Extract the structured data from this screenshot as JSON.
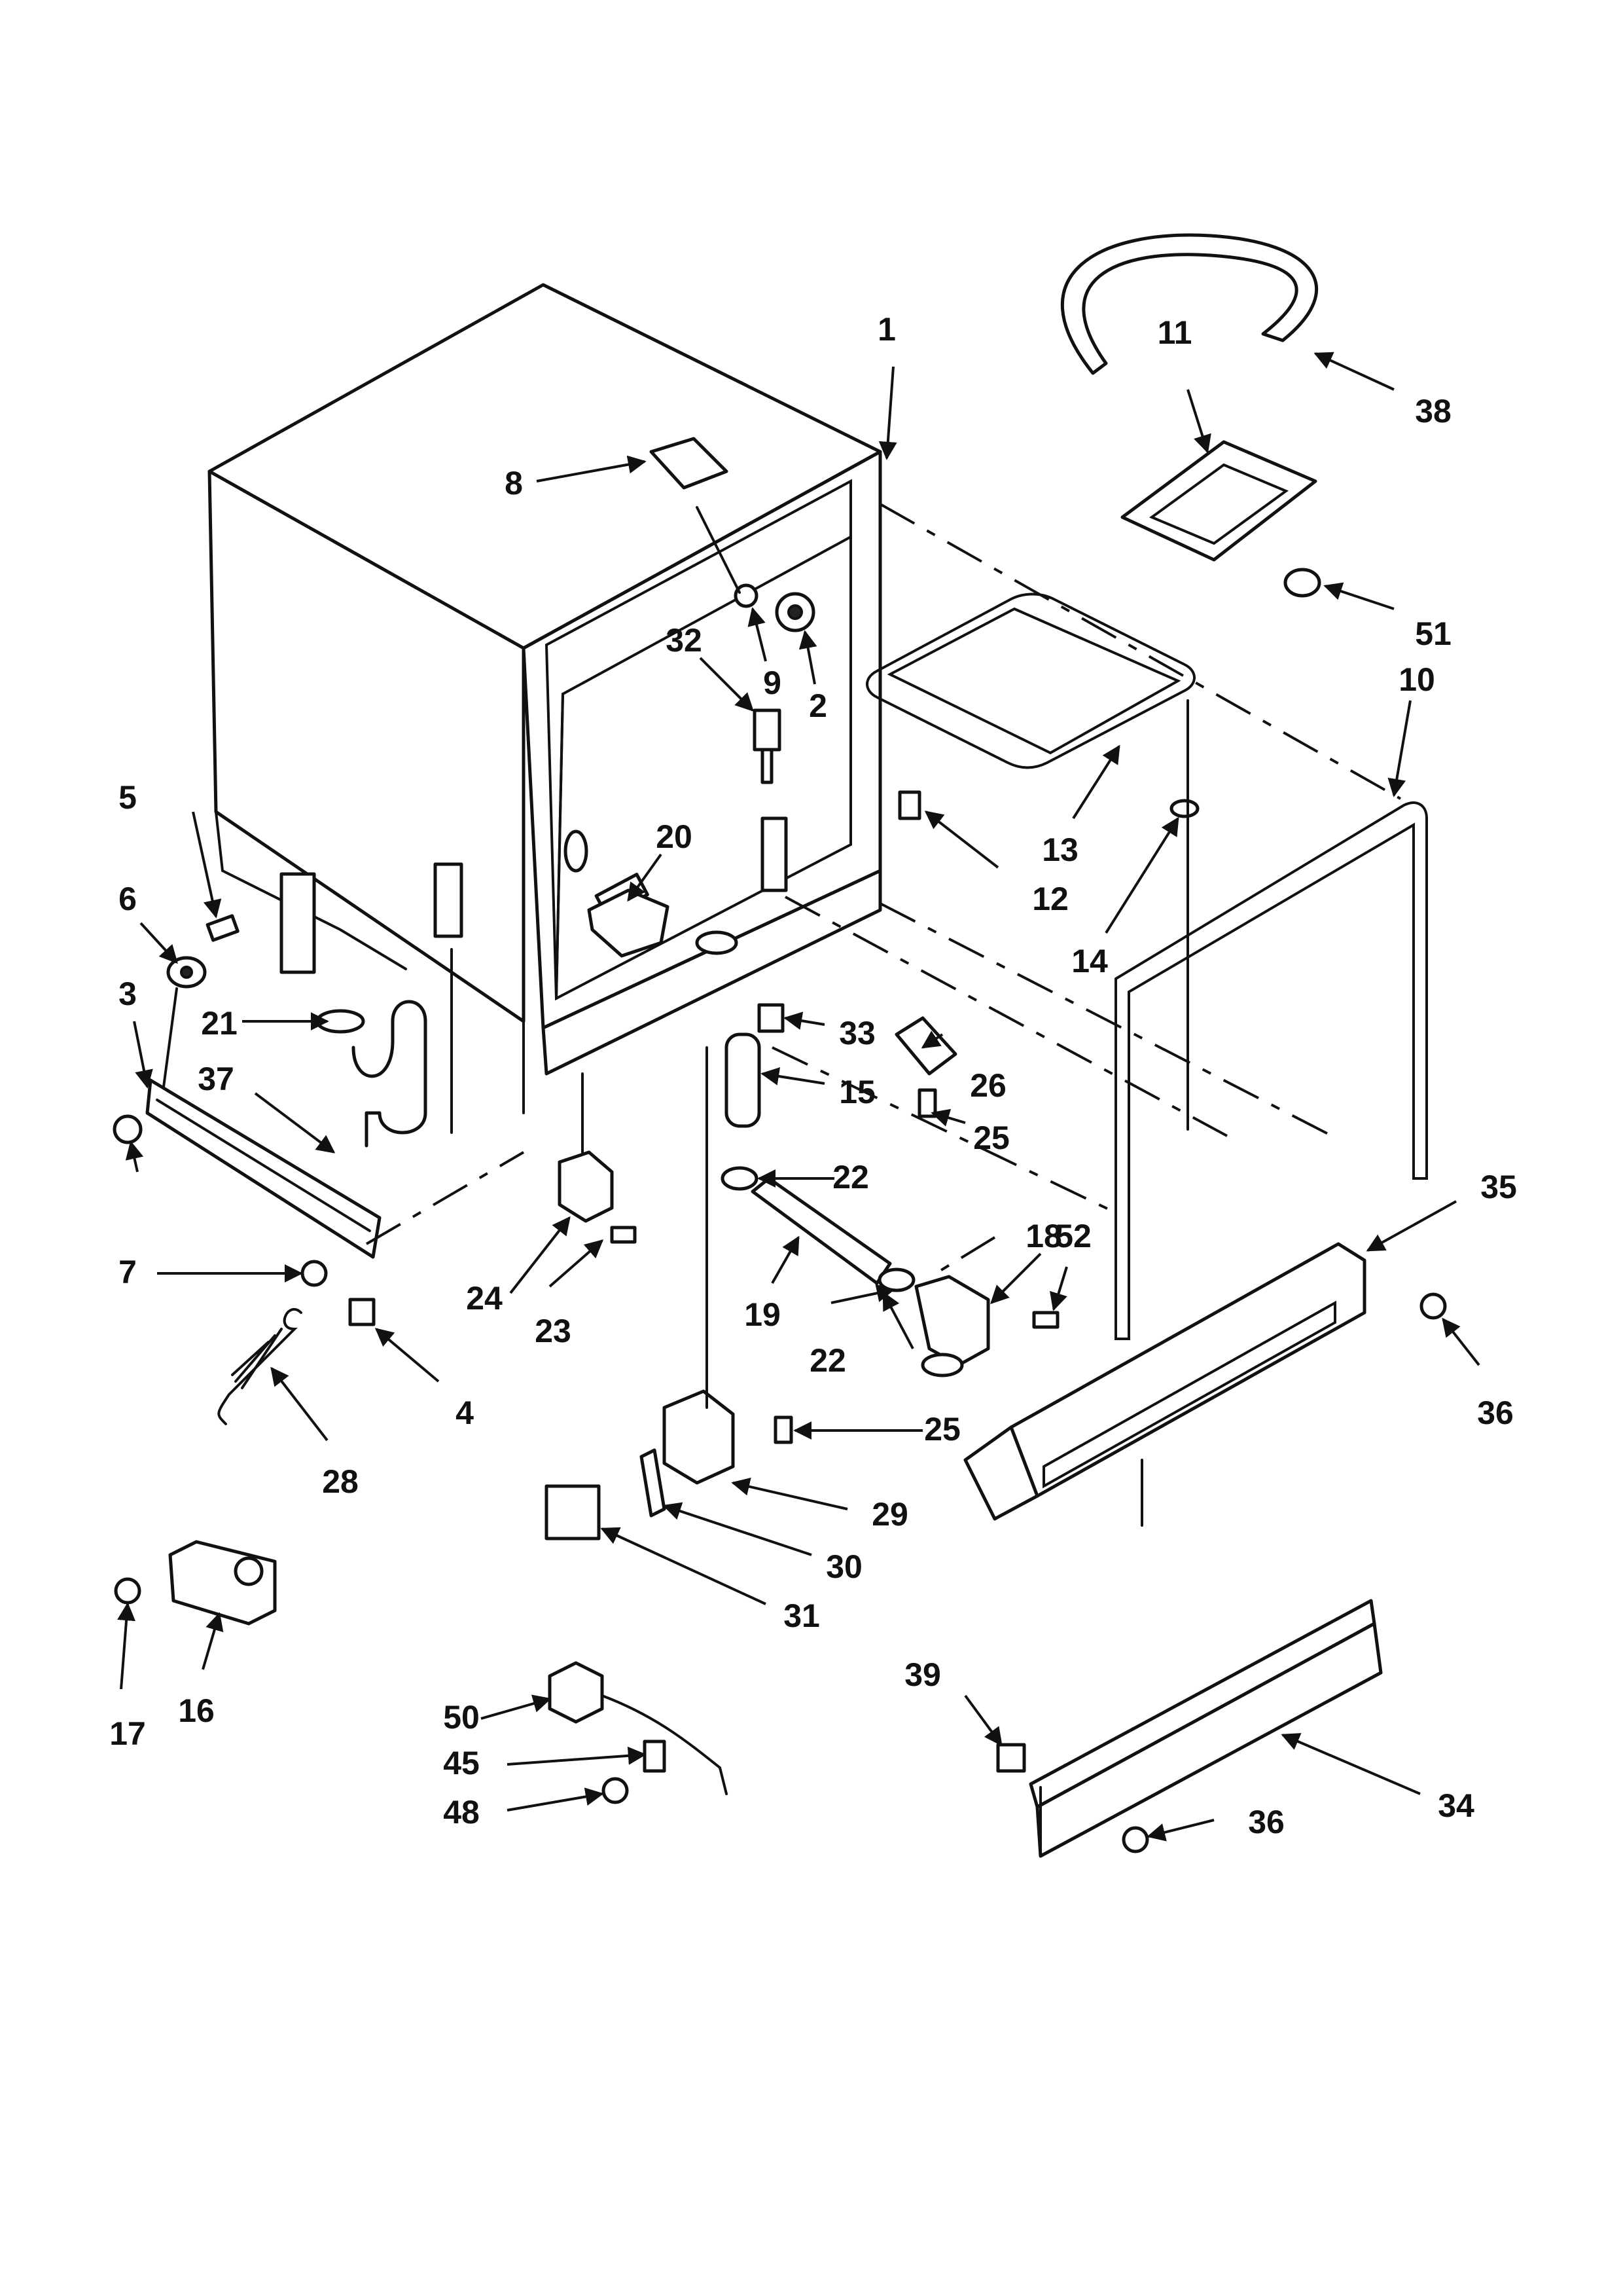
{
  "diagram": {
    "type": "exploded-parts-view",
    "callouts": [
      {
        "id": "c1",
        "label": "1"
      },
      {
        "id": "c2",
        "label": "2"
      },
      {
        "id": "c3",
        "label": "3"
      },
      {
        "id": "c4",
        "label": "4"
      },
      {
        "id": "c5",
        "label": "5"
      },
      {
        "id": "c6",
        "label": "6"
      },
      {
        "id": "c7",
        "label": "7"
      },
      {
        "id": "c8",
        "label": "8"
      },
      {
        "id": "c9",
        "label": "9"
      },
      {
        "id": "c10",
        "label": "10"
      },
      {
        "id": "c11",
        "label": "11"
      },
      {
        "id": "c12",
        "label": "12"
      },
      {
        "id": "c13",
        "label": "13"
      },
      {
        "id": "c14",
        "label": "14"
      },
      {
        "id": "c15",
        "label": "15"
      },
      {
        "id": "c16",
        "label": "16"
      },
      {
        "id": "c17",
        "label": "17"
      },
      {
        "id": "c18",
        "label": "18"
      },
      {
        "id": "c19",
        "label": "19"
      },
      {
        "id": "c20",
        "label": "20"
      },
      {
        "id": "c21",
        "label": "21"
      },
      {
        "id": "c22a",
        "label": "22"
      },
      {
        "id": "c22b",
        "label": "22"
      },
      {
        "id": "c23",
        "label": "23"
      },
      {
        "id": "c24",
        "label": "24"
      },
      {
        "id": "c25a",
        "label": "25"
      },
      {
        "id": "c25b",
        "label": "25"
      },
      {
        "id": "c26",
        "label": "26"
      },
      {
        "id": "c28",
        "label": "28"
      },
      {
        "id": "c29",
        "label": "29"
      },
      {
        "id": "c30",
        "label": "30"
      },
      {
        "id": "c31",
        "label": "31"
      },
      {
        "id": "c32",
        "label": "32"
      },
      {
        "id": "c33",
        "label": "33"
      },
      {
        "id": "c34",
        "label": "34"
      },
      {
        "id": "c35",
        "label": "35"
      },
      {
        "id": "c36a",
        "label": "36"
      },
      {
        "id": "c36b",
        "label": "36"
      },
      {
        "id": "c37",
        "label": "37"
      },
      {
        "id": "c38",
        "label": "38"
      },
      {
        "id": "c39",
        "label": "39"
      },
      {
        "id": "c45",
        "label": "45"
      },
      {
        "id": "c48",
        "label": "48"
      },
      {
        "id": "c50",
        "label": "50"
      },
      {
        "id": "c51",
        "label": "51"
      },
      {
        "id": "c52",
        "label": "52"
      }
    ]
  }
}
